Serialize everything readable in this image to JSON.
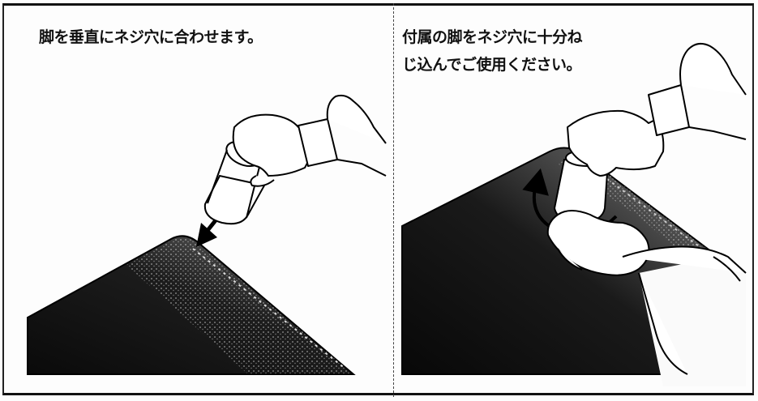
{
  "left_panel": {
    "caption": "脚を垂直にネジ穴に合わせます。"
  },
  "right_panel": {
    "caption_line1": "付属の脚をネジ穴に十分ね",
    "caption_line2": "じ込んでご使用ください。"
  }
}
